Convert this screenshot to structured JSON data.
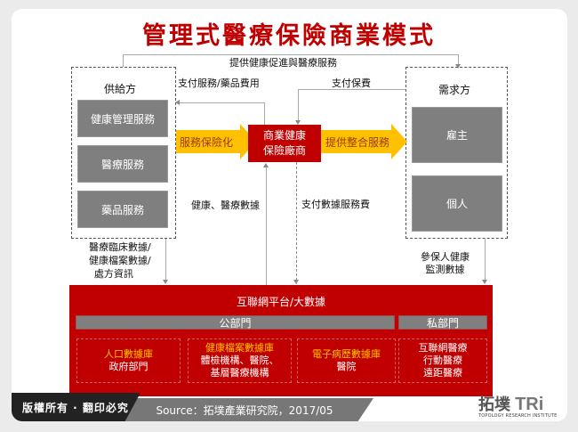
{
  "title": "管理式醫療保險商業模式",
  "top_flow": "提供健康促進與醫療服務",
  "supply": {
    "label": "供給方",
    "items": [
      "健康管理服務",
      "醫療服務",
      "藥品服務"
    ],
    "data_out": [
      "醫療臨床數據/",
      "健康檔案數據/",
      "處方資訊"
    ]
  },
  "demand": {
    "label": "需求方",
    "items": [
      "雇主",
      "個人"
    ],
    "data_out": [
      "參保人健康",
      "監測數據"
    ]
  },
  "insurer": {
    "lines": [
      "商業健康",
      "保險廠商"
    ]
  },
  "flows": {
    "pay_service": "支付服務/藥品費用",
    "pay_premium": "支付保費",
    "service_insurance": "服務保險化",
    "integrated_service": "提供整合服務",
    "health_data": "健康、醫療數據",
    "data_fee": "支付數據服務費"
  },
  "platform": {
    "title": "互聯網平台/大數據",
    "public_label": "公部門",
    "private_label": "私部門",
    "databases": [
      {
        "name": "人口數據庫",
        "source": [
          "政府部門"
        ]
      },
      {
        "name": "健康檔案數據庫",
        "source": [
          "體檢機構、醫院、",
          "基層醫療機構"
        ]
      },
      {
        "name": "電子病歷數據庫",
        "source": [
          "醫院"
        ]
      },
      {
        "name": "",
        "source": [
          "互聯網醫療",
          "行動醫療",
          "遠距醫療"
        ]
      }
    ]
  },
  "footer": {
    "copyright": "版權所有 · 翻印必究",
    "source": "Source：拓墣產業研究院，2017/05",
    "logo_cn": "拓墣",
    "logo_en": "TRi",
    "logo_sub": "TOPOLOGY RESEARCH INSTITUTE"
  },
  "colors": {
    "red": "#c00000",
    "orange": "#ffc000",
    "gray": "#7f7f7f",
    "arrow_text": "#9c3a00"
  }
}
